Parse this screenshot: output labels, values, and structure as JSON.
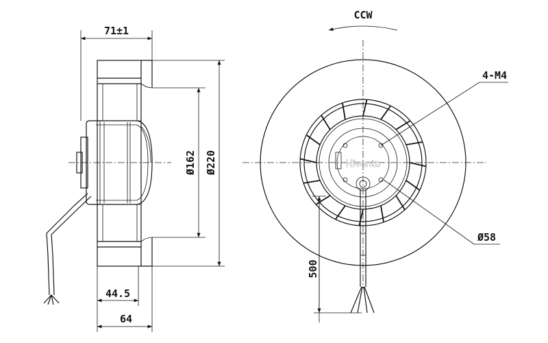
{
  "side_view": {
    "dim_depth_total": "71±1",
    "dim_inner_diameter": "Ø162",
    "dim_outer_diameter": "Ø220",
    "dim_hub_depth": "44.5",
    "dim_depth_base": "64"
  },
  "front_view": {
    "rotation_label": "CCW",
    "mount_holes_label": "4-M4",
    "hub_diameter_label": "Ø58",
    "cable_length_label": "500",
    "brand_logo_text": "Hivento"
  }
}
